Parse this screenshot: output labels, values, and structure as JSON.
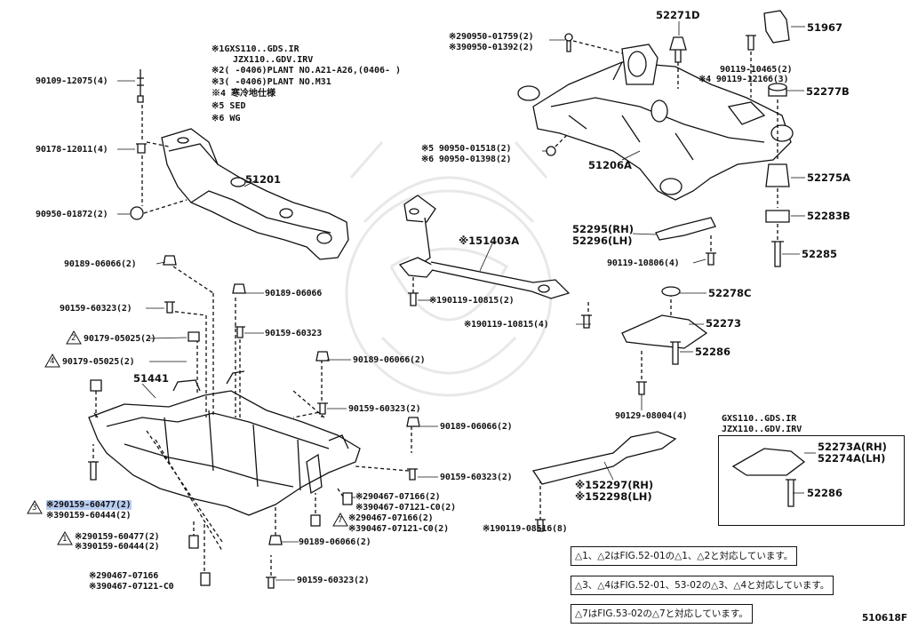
{
  "conditions": {
    "c1a": "※1GXS110..GDS.IR",
    "c1b": "JZX110..GDV.IRV",
    "c2": "※2(    -0406)PLANT NO.A21-A26,(0406-    )",
    "c3": "※3(    -0406)PLANT NO.M31",
    "c4": "※4 寒冷地仕様",
    "c5": "※5 SED",
    "c6": "※6 WG"
  },
  "parts": {
    "p90109_12075": "90109-12075(4)",
    "p90178_12011": "90178-12011(4)",
    "p90950_01872": "90950-01872(2)",
    "p51201": "51201",
    "p90189_06066_2a": "90189-06066(2)",
    "p90159_60323_2a": "90159-60323(2)",
    "p90189_06066_b": "90189-06066",
    "p90159_60323_b": "90159-60323",
    "p90179_05025_2a": "90179-05025(2)",
    "p90179_05025_2b": "90179-05025(2)",
    "p51441": "51441",
    "p90189_06066_2c": "90189-06066(2)",
    "p90159_60323_2c": "90159-60323(2)",
    "p90189_06066_2d": "90189-06066(2)",
    "p90159_60323_2d": "90159-60323(2)",
    "p290467_07166_2a": "※290467-07166(2)",
    "p390467_07121_2a": "※390467-07121-C0(2)",
    "p290467_07166_2b": "※290467-07166(2)",
    "p390467_07121_2b": "※390467-07121-C0(2)",
    "p290159_60477_hl": "※290159-60477(2)",
    "p390159_60444_a": "※390159-60444(2)",
    "p290159_60477_b": "※290159-60477(2)",
    "p390159_60444_b": "※390159-60444(2)",
    "p90189_06066_2e": "90189-06066(2)",
    "p290467_07166_c": "※290467-07166",
    "p390467_07121_c": "※390467-07121-C0",
    "p90159_60323_2f": "90159-60323(2)",
    "p290950_01759": "※290950-01759(2)",
    "p390950_01392": "※390950-01392(2)",
    "p52271D": "52271D",
    "p51967": "51967",
    "p90119_10465": "90119-10465(2)",
    "p90119_12166": "※4 90119-12166(3)",
    "p52277B": "52277B",
    "p5_90950_01518": "※5 90950-01518(2)",
    "p6_90950_01398": "※6 90950-01398(2)",
    "p51206A": "51206A",
    "p52275A": "52275A",
    "p52283B": "52283B",
    "p52295": "52295(RH)",
    "p52296": "52296(LH)",
    "p51403A": "※151403A",
    "p52285": "52285",
    "p90119_10806": "90119-10806(4)",
    "p190119_10815_2": "※190119-10815(2)",
    "p52278C": "52278C",
    "p190119_10815_4": "※190119-10815(4)",
    "p52273": "52273",
    "p52286a": "52286",
    "p90129_08004": "90129-08004(4)",
    "p52297": "※152297(RH)",
    "p52298": "※152298(LH)",
    "p190119_08516": "※190119-08516(8)",
    "p52273A": "52273A(RH)",
    "p52274A": "52274A(LH)",
    "p52286b": "52286",
    "inset_title_a": "GXS110..GDS.IR",
    "inset_title_b": "JZX110..GDV.IRV"
  },
  "triangles": {
    "t2": "2",
    "t4": "4",
    "t3": "3",
    "t1": "1",
    "t7": "7"
  },
  "legend": {
    "l1": "△1、△2はFIG.52-01の△1、△2と対応しています。",
    "l2": "△3、△4はFIG.52-01、53-02の△3、△4と対応しています。",
    "l3": "△7はFIG.53-02の△7と対応しています。"
  },
  "figure_code": "510618F"
}
